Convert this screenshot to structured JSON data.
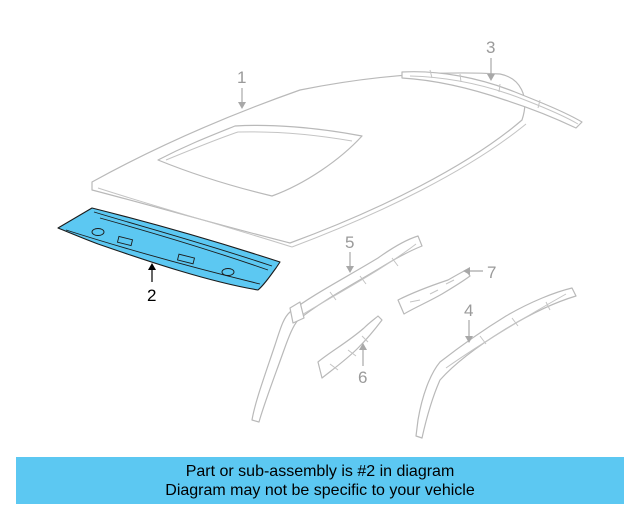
{
  "callouts": [
    {
      "id": "1",
      "label": "1"
    },
    {
      "id": "2",
      "label": "2"
    },
    {
      "id": "3",
      "label": "3"
    },
    {
      "id": "4",
      "label": "4"
    },
    {
      "id": "5",
      "label": "5"
    },
    {
      "id": "6",
      "label": "6"
    },
    {
      "id": "7",
      "label": "7"
    }
  ],
  "highlighted_part": "2",
  "colors": {
    "highlight": "#5cc8f2",
    "banner": "#5cc8f2",
    "ghost_outline": "#b9b9b9"
  },
  "banner": {
    "line1": "Part or sub-assembly is #2 in diagram",
    "line2": "Diagram may not be specific to your vehicle"
  }
}
